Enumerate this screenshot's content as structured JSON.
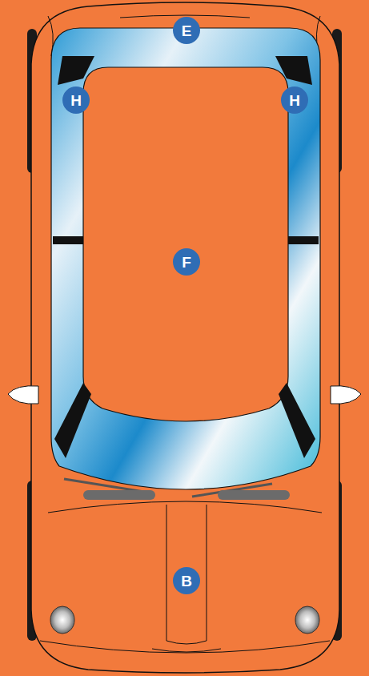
{
  "diagram": {
    "labels": [
      "E",
      "H",
      "H",
      "F",
      "B"
    ]
  }
}
